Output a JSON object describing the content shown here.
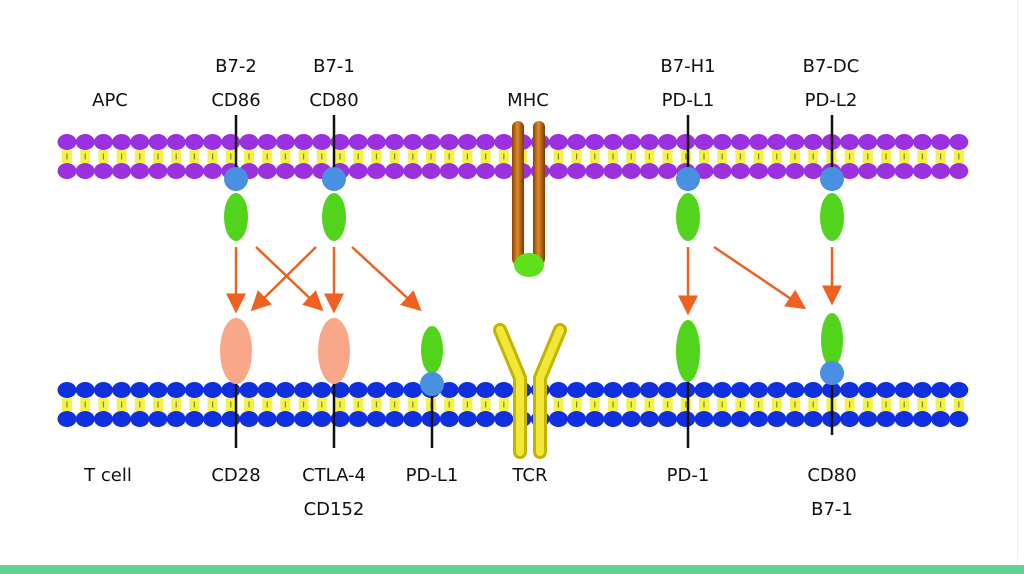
{
  "diagram": {
    "title_cells": {
      "top": "APC",
      "bottom": "T cell"
    },
    "colors": {
      "apc_head": "#9b30e0",
      "tcell_head": "#1030e0",
      "tail": "#f2f24a",
      "green_domain": "#52d41c",
      "blue_domain": "#4a90e0",
      "peach_receptor": "#f8a888",
      "arrow": "#f06020",
      "mhc": "#c86a10",
      "tcr": "#e6d81c",
      "footer_bar": "#60d394"
    },
    "apc_ligands": [
      {
        "id": "cd86",
        "line1": "B7-2",
        "line2": "CD86"
      },
      {
        "id": "cd80",
        "line1": "B7-1",
        "line2": "CD80"
      },
      {
        "id": "mhc",
        "line1": "",
        "line2": "MHC"
      },
      {
        "id": "pdl1",
        "line1": "B7-H1",
        "line2": "PD-L1"
      },
      {
        "id": "pdl2",
        "line1": "B7-DC",
        "line2": "PD-L2"
      }
    ],
    "tcell_receptors": [
      {
        "id": "cd28",
        "line1": "CD28",
        "line2": ""
      },
      {
        "id": "ctla4",
        "line1": "CTLA-4",
        "line2": "CD152"
      },
      {
        "id": "tpdl1",
        "line1": "PD-L1",
        "line2": ""
      },
      {
        "id": "tcr",
        "line1": "TCR",
        "line2": ""
      },
      {
        "id": "pd1",
        "line1": "PD-1",
        "line2": ""
      },
      {
        "id": "tcd80",
        "line1": "CD80",
        "line2": "B7-1"
      }
    ],
    "interactions": [
      {
        "from": "cd86",
        "to": "cd28"
      },
      {
        "from": "cd86",
        "to": "ctla4"
      },
      {
        "from": "cd80",
        "to": "cd28"
      },
      {
        "from": "cd80",
        "to": "ctla4"
      },
      {
        "from": "cd80",
        "to": "tpdl1"
      },
      {
        "from": "pdl1",
        "to": "pd1"
      },
      {
        "from": "pdl1",
        "to": "tcd80"
      },
      {
        "from": "pdl2",
        "to": "tcd80"
      }
    ]
  }
}
